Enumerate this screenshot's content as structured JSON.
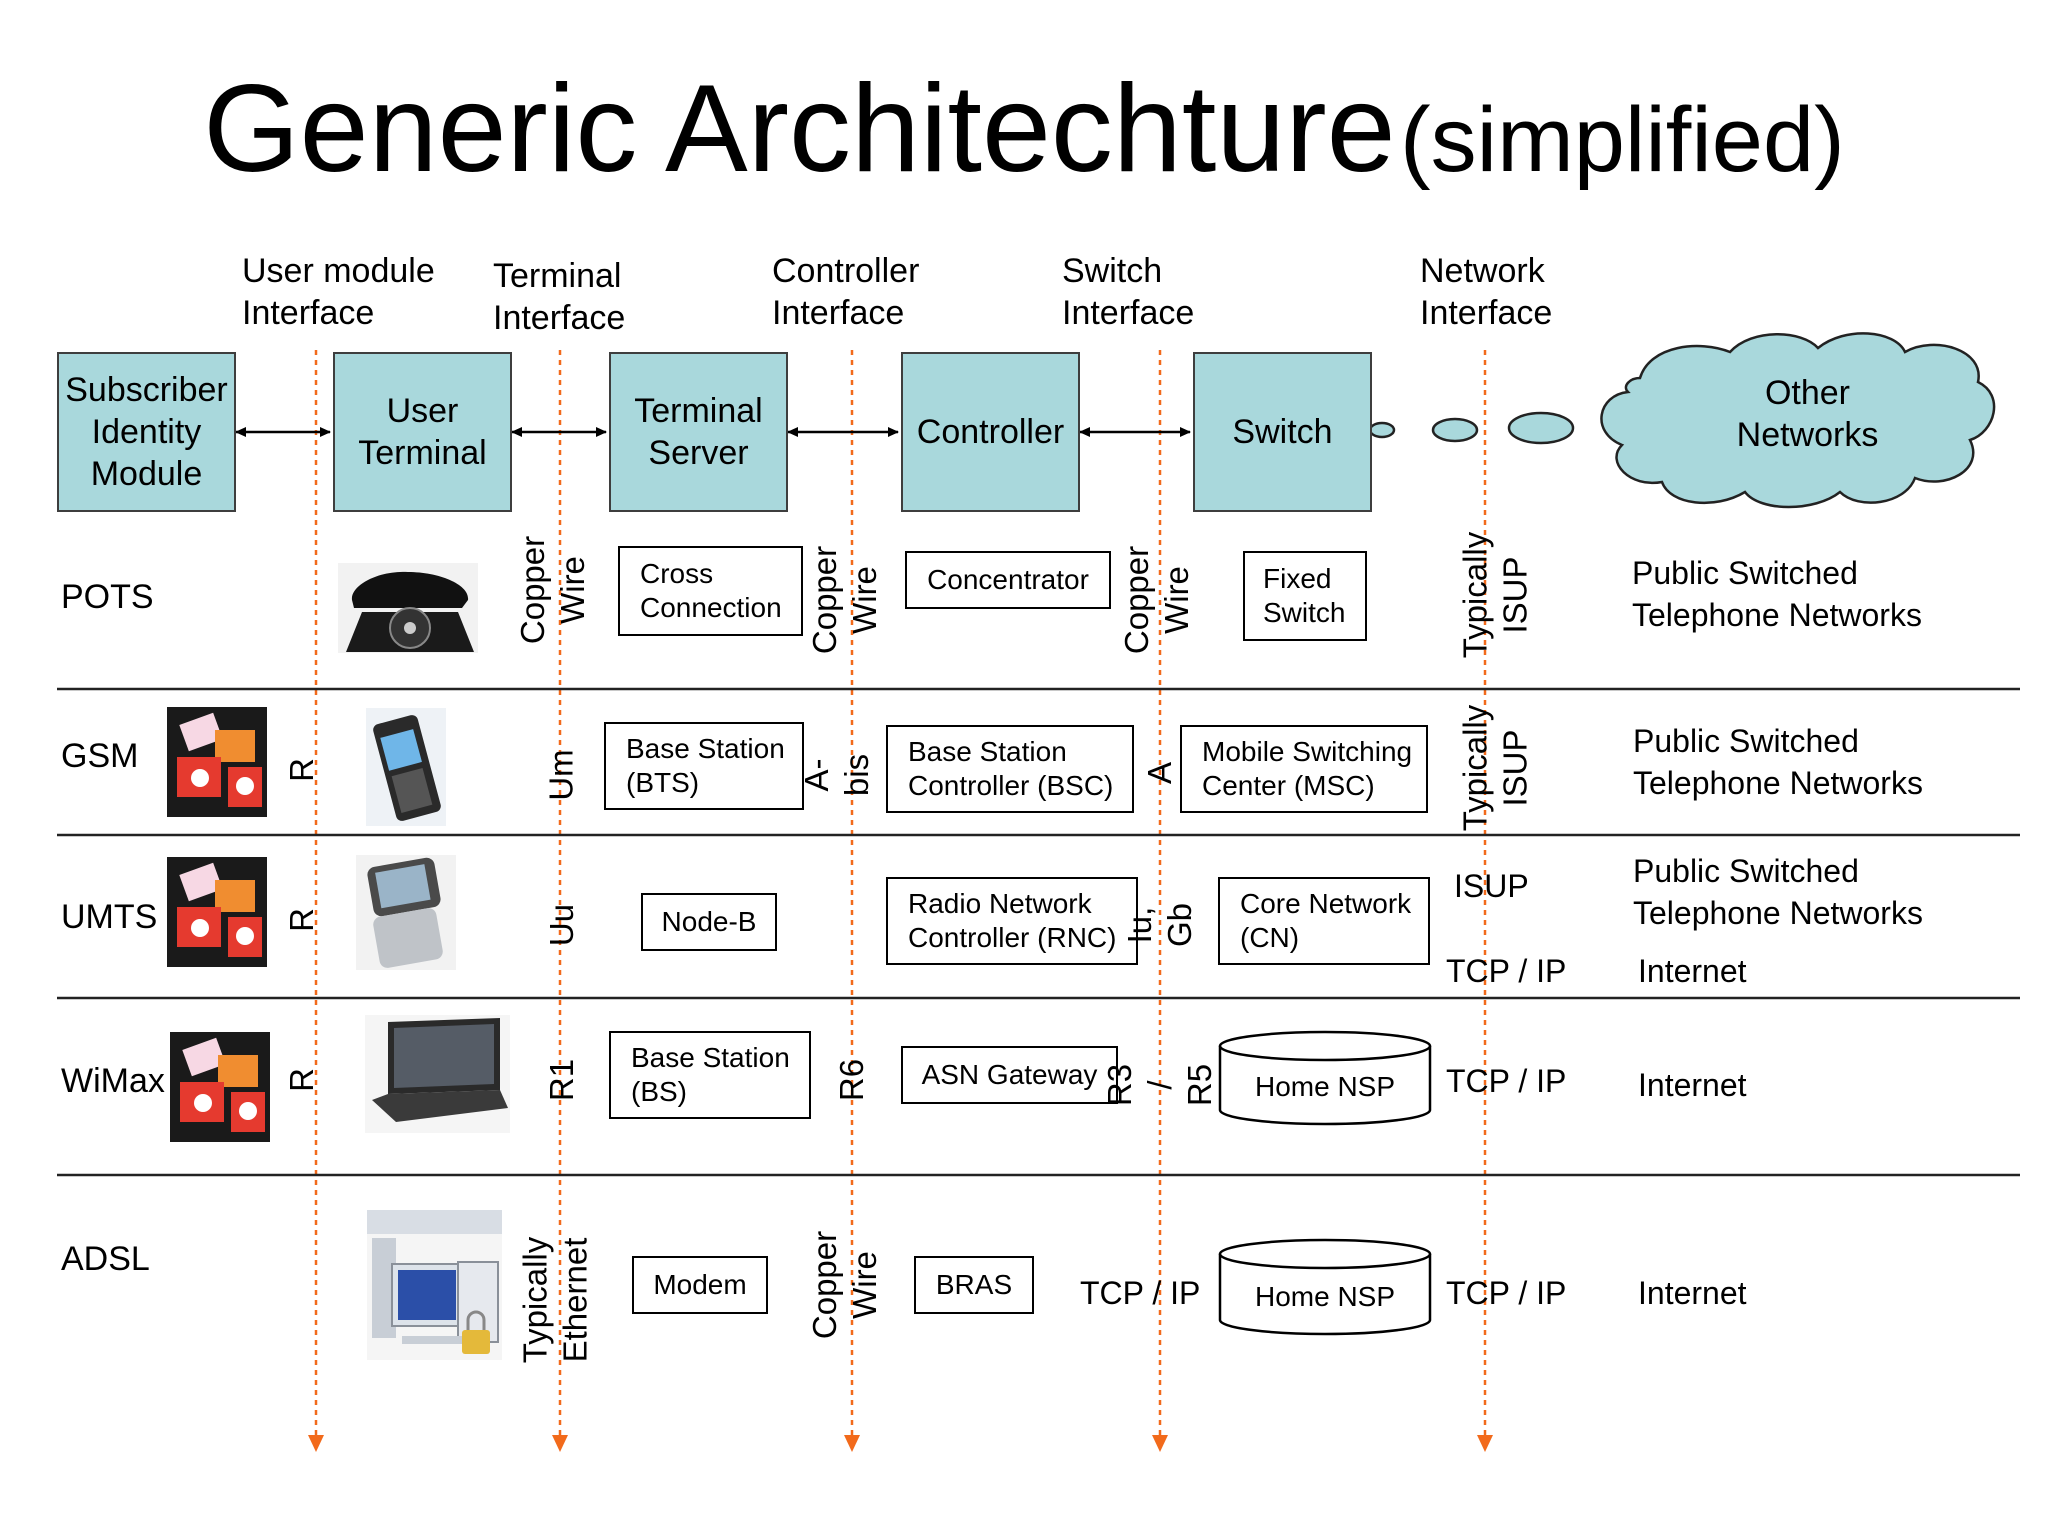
{
  "title": {
    "main": "Generic Architechture",
    "sub": "(simplified)"
  },
  "interfaces": [
    "User module\nInterface",
    "Terminal\nInterface",
    "Controller\nInterface",
    "Switch\nInterface",
    "Network\nInterface"
  ],
  "components": [
    "Subscriber\nIdentity\nModule",
    "User\nTerminal",
    "Terminal\nServer",
    "Controller",
    "Switch"
  ],
  "other_networks": "Other\nNetworks",
  "rows": {
    "pots": {
      "label": "POTS",
      "link1": "Copper\nWire",
      "server": "Cross\nConnection",
      "link2": "Copper\nWire",
      "controller": "Concentrator",
      "link3": "Copper\nWire",
      "switch": "Fixed\nSwitch",
      "protocol": "Typically\nISUP",
      "network": "Public Switched\nTelephone Networks"
    },
    "gsm": {
      "label": "GSM",
      "r": "R",
      "link1": "Um",
      "server": "Base Station\n(BTS)",
      "link2": "A-bis",
      "controller": "Base Station\nController (BSC)",
      "link3": "A",
      "switch": "Mobile Switching\nCenter (MSC)",
      "protocol": "Typically\nISUP",
      "network": "Public Switched\nTelephone Networks"
    },
    "umts": {
      "label": "UMTS",
      "r": "R",
      "link1": "Uu",
      "server": "Node-B",
      "controller": "Radio Network\nController (RNC)",
      "link3": "Iu, Gb",
      "switch": "Core Network\n(CN)",
      "protocol1": "ISUP",
      "protocol2": "TCP / IP",
      "network1": "Public Switched\nTelephone Networks",
      "network2": "Internet"
    },
    "wimax": {
      "label": "WiMax",
      "r": "R",
      "link1": "R1",
      "server": "Base Station\n(BS)",
      "link2": "R6",
      "controller": "ASN Gateway",
      "link3": "R3 / R5",
      "switch": "Home NSP",
      "protocol": "TCP / IP",
      "network": "Internet"
    },
    "adsl": {
      "label": "ADSL",
      "link1": "Typically\nEthernet",
      "server": "Modem",
      "link2": "Copper\nWire",
      "controller": "BRAS",
      "link3": "TCP / IP",
      "switch": "Home NSP",
      "protocol": "TCP / IP",
      "network": "Internet"
    }
  },
  "colors": {
    "box_fill": "#a9d8dc",
    "guide": "#f26a1b",
    "cloud_fill": "#a9d8dc"
  }
}
